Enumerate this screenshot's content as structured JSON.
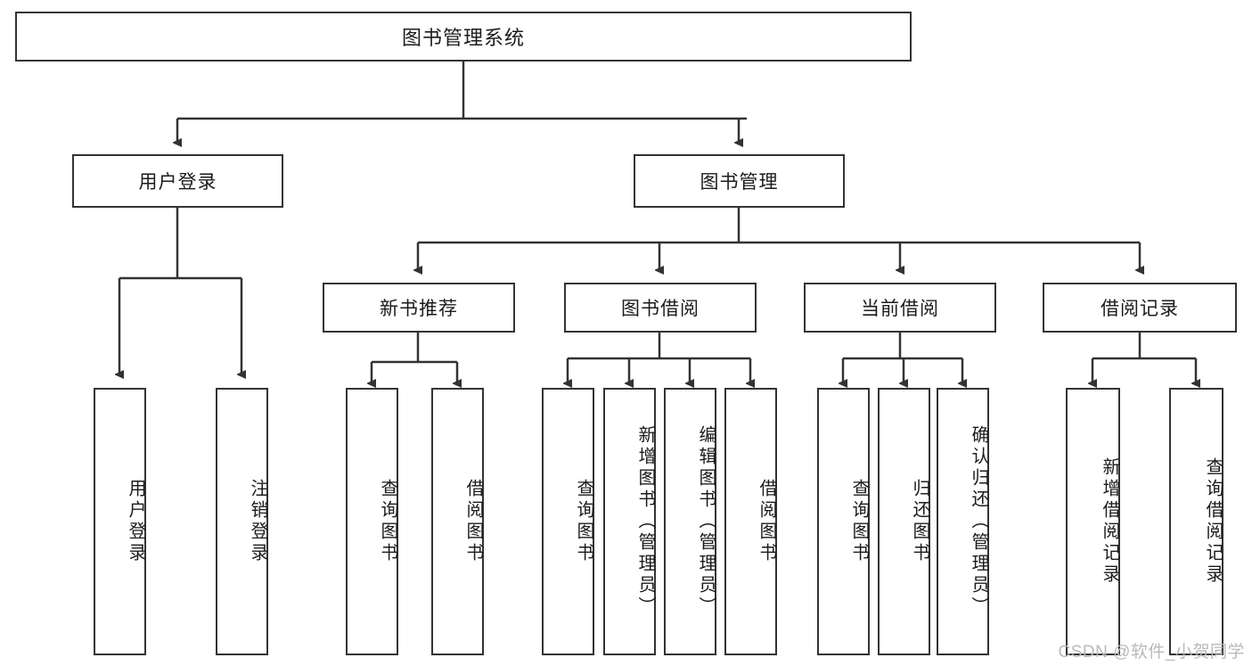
{
  "diagram": {
    "title_node": {
      "label": "图书管理系统"
    },
    "level1": [
      {
        "id": "user-login",
        "label": "用户登录"
      },
      {
        "id": "book-management",
        "label": "图书管理"
      }
    ],
    "level2": [
      {
        "id": "new-book-recommendation",
        "label": "新书推荐"
      },
      {
        "id": "book-borrowing",
        "label": "图书借阅"
      },
      {
        "id": "current-borrowing",
        "label": "当前借阅"
      },
      {
        "id": "borrow-records",
        "label": "借阅记录"
      }
    ],
    "leaves": {
      "user_login": [
        {
          "id": "leaf-user-login",
          "label": "用户登录"
        },
        {
          "id": "leaf-logout",
          "label": "注销登录"
        }
      ],
      "new_book_recommendation": [
        {
          "id": "leaf-query-book-1",
          "label": "查询图书"
        },
        {
          "id": "leaf-borrow-book-1",
          "label": "借阅图书"
        }
      ],
      "book_borrowing": [
        {
          "id": "leaf-query-book-2",
          "label": "查询图书"
        },
        {
          "id": "leaf-add-book",
          "label": "新增图书（管理员）"
        },
        {
          "id": "leaf-edit-book",
          "label": "编辑图书（管理员）"
        },
        {
          "id": "leaf-borrow-book-2",
          "label": "借阅图书"
        }
      ],
      "current_borrowing": [
        {
          "id": "leaf-query-book-3",
          "label": "查询图书"
        },
        {
          "id": "leaf-return-book",
          "label": "归还图书"
        },
        {
          "id": "leaf-confirm-return",
          "label": "确认归还（管理员）"
        }
      ],
      "borrow_records": [
        {
          "id": "leaf-add-record",
          "label": "新增借阅记录"
        },
        {
          "id": "leaf-query-record",
          "label": "查询借阅记录"
        }
      ]
    }
  },
  "watermark": {
    "text": "CSDN @软件_小贺同学"
  },
  "colors": {
    "stroke": "#333333",
    "background": "#ffffff",
    "text": "#1b1b1b",
    "watermark": "#b9b9b9"
  }
}
